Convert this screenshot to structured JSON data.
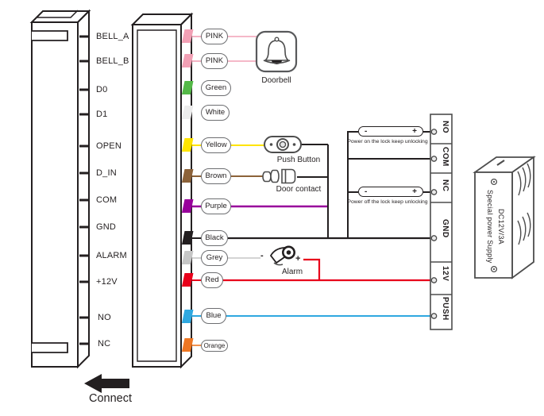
{
  "device": {
    "pins": [
      "BELL_A",
      "BELL_B",
      "D0",
      "D1",
      "OPEN",
      "D_IN",
      "COM",
      "GND",
      "ALARM",
      "+12V",
      "NO",
      "NC"
    ]
  },
  "wires": [
    {
      "name": "pink-1",
      "label": "PINK",
      "color": "#F2A0B5"
    },
    {
      "name": "pink-2",
      "label": "PINK",
      "color": "#F2A0B5"
    },
    {
      "name": "green",
      "label": "Green",
      "color": "#54B948"
    },
    {
      "name": "white",
      "label": "White",
      "color": "#ECECEC"
    },
    {
      "name": "yellow",
      "label": "Yellow",
      "color": "#FFE400"
    },
    {
      "name": "brown",
      "label": "Brown",
      "color": "#8C6239"
    },
    {
      "name": "purple",
      "label": "Purple",
      "color": "#98009B"
    },
    {
      "name": "black",
      "label": "Black",
      "color": "#231F20"
    },
    {
      "name": "grey",
      "label": "Grey",
      "color": "#C6C6C6"
    },
    {
      "name": "red",
      "label": "Red",
      "color": "#E8001B"
    },
    {
      "name": "blue",
      "label": "Blue",
      "color": "#2FA8E0"
    },
    {
      "name": "orange",
      "label": "Orange",
      "color": "#EE7623"
    }
  ],
  "components": {
    "doorbell": {
      "label": "Doorbell"
    },
    "push_button": {
      "label": "Push Button"
    },
    "door_contact": {
      "label": "Door contact"
    },
    "alarm": {
      "label": "Alarm",
      "minus": "-",
      "plus": "+"
    }
  },
  "lock_modes": [
    {
      "minus": "-",
      "plus": "+",
      "caption": "Power on the lock keep unlocking"
    },
    {
      "minus": "-",
      "plus": "+",
      "caption": "Power off the lock keep unlocking"
    }
  ],
  "terminal_block": {
    "terminals": [
      "NO",
      "COM",
      "NC",
      "GND",
      "12V",
      "PUSH"
    ]
  },
  "power_supply": {
    "line1": "DC12V/3A",
    "line2": "Special power Supply"
  },
  "footer": {
    "connect_label": "Connect"
  }
}
